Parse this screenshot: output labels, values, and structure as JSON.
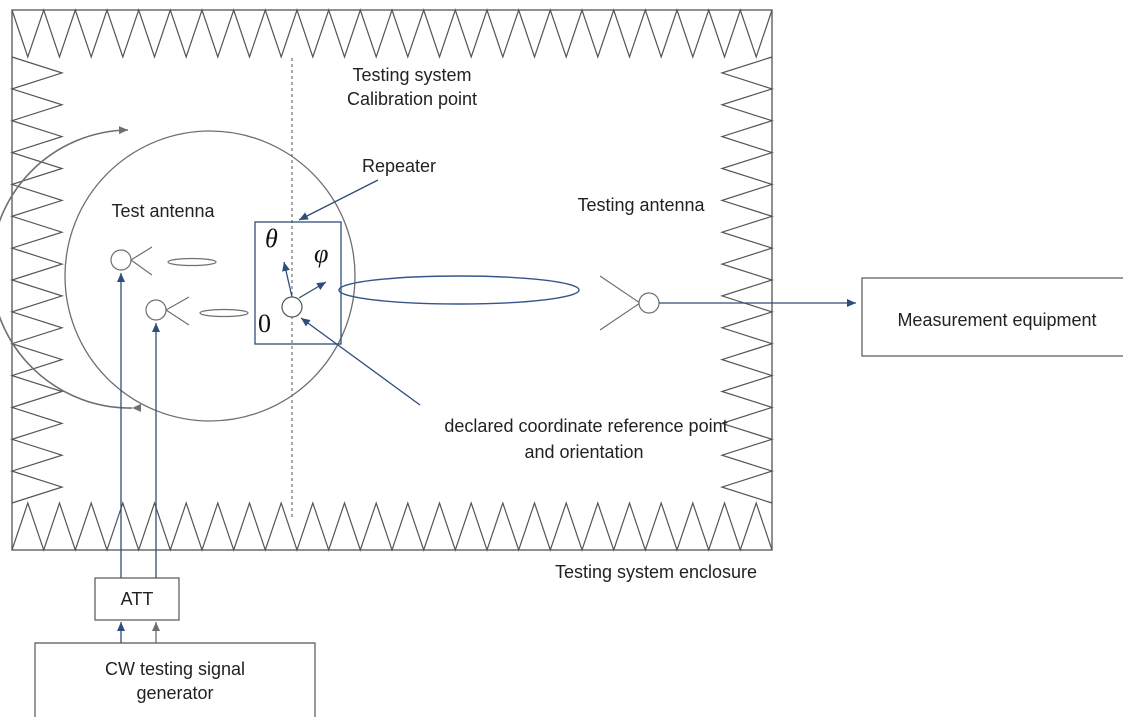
{
  "labels": {
    "calibration_line1": "Testing system",
    "calibration_line2": "Calibration point",
    "repeater": "Repeater",
    "test_antenna": "Test antenna",
    "testing_antenna": "Testing antenna",
    "measurement_equipment": "Measurement equipment",
    "reference_line1": "declared coordinate reference point",
    "reference_line2": "and orientation",
    "enclosure": "Testing system enclosure",
    "att": "ATT",
    "generator_line1": "CW testing signal",
    "generator_line2": "generator",
    "theta": "θ",
    "phi": "φ",
    "zero": "0"
  },
  "colors": {
    "outline": "#555555",
    "arrow_blue": "#2f4d7a",
    "ellipse_blue": "#35558c",
    "rotation_arrow": "#6f6f6f"
  }
}
